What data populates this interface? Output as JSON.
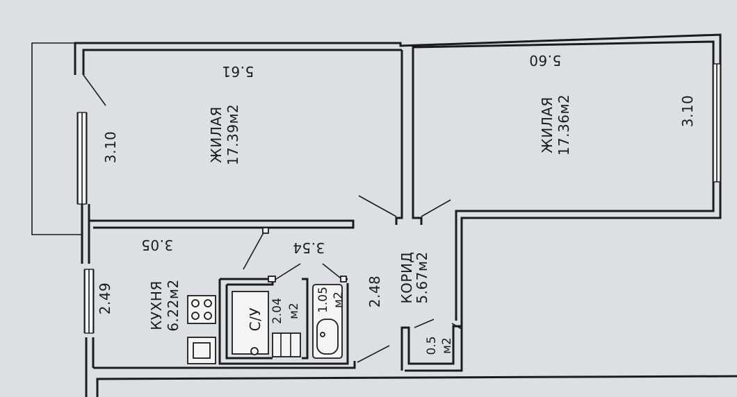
{
  "rooms": {
    "living_left": {
      "name": "ЖИЛАЯ",
      "area": "17.39м2",
      "length": "5.61",
      "width": "3.10"
    },
    "living_right": {
      "name": "ЖИЛАЯ",
      "area": "17.36м2",
      "length": "5.60",
      "width": "3.10"
    },
    "kitchen": {
      "name": "КУХНЯ",
      "area": "6.22м2",
      "length": "3.05",
      "width": "2.49"
    },
    "bathroom": {
      "name": "С/У",
      "area": "2.04",
      "unit": "м2"
    },
    "bath_small": {
      "area": "1.05",
      "unit": "м2"
    },
    "corridor": {
      "name": "КОРИД",
      "area": "5.67м2",
      "length": "3.54",
      "width": "2.48"
    },
    "closet": {
      "area": "0.5",
      "unit": "м2"
    }
  }
}
